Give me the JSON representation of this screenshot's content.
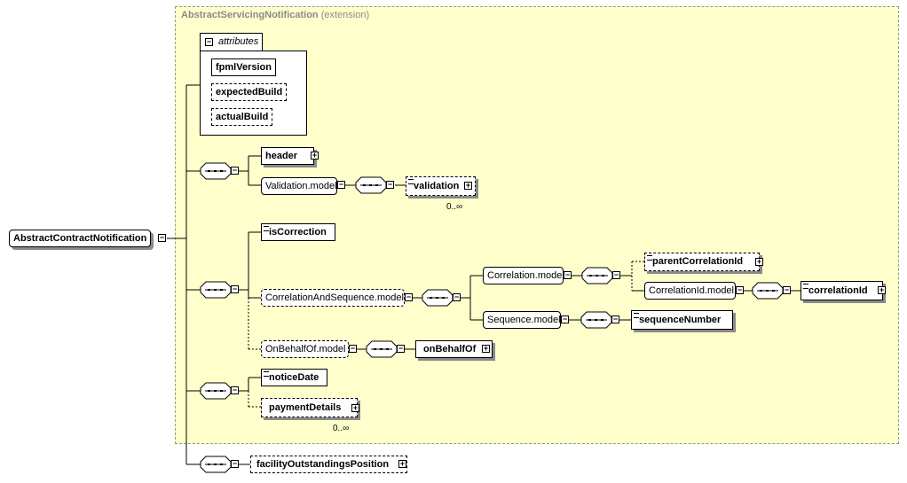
{
  "extension": {
    "name": "AbstractServicingNotification",
    "suffix": "(extension)"
  },
  "root": {
    "label": "AbstractContractNotification"
  },
  "attributes": {
    "tab_label": "attributes",
    "items": [
      "fpmlVersion",
      "expectedBuild",
      "actualBuild"
    ]
  },
  "elements": {
    "header": "header",
    "validation_model": "Validation.model",
    "validation": "validation",
    "validation_occurs": "0..∞",
    "is_correction": "isCorrection",
    "correlation_and_sequence_model": "CorrelationAndSequence.model",
    "correlation_model": "Correlation.model",
    "parent_correlation_id": "parentCorrelationId",
    "correlation_id_model": "CorrelationId.model",
    "correlation_id": "correlationId",
    "sequence_model": "Sequence.model",
    "sequence_number": "sequenceNumber",
    "on_behalf_of_model": "OnBehalfOf.model",
    "on_behalf_of": "onBehalfOf",
    "notice_date": "noticeDate",
    "payment_details": "paymentDetails",
    "payment_details_occurs": "0..∞",
    "facility_outstandings_position": "facilityOutstandingsPosition"
  },
  "icons": {
    "expand": "plus-icon",
    "collapse": "minus-icon",
    "sequence": "sequence-icon",
    "documentation": "doc-icon"
  },
  "colors": {
    "extension_bg": "#ffffcc",
    "shadow": "#8a8a8a"
  }
}
